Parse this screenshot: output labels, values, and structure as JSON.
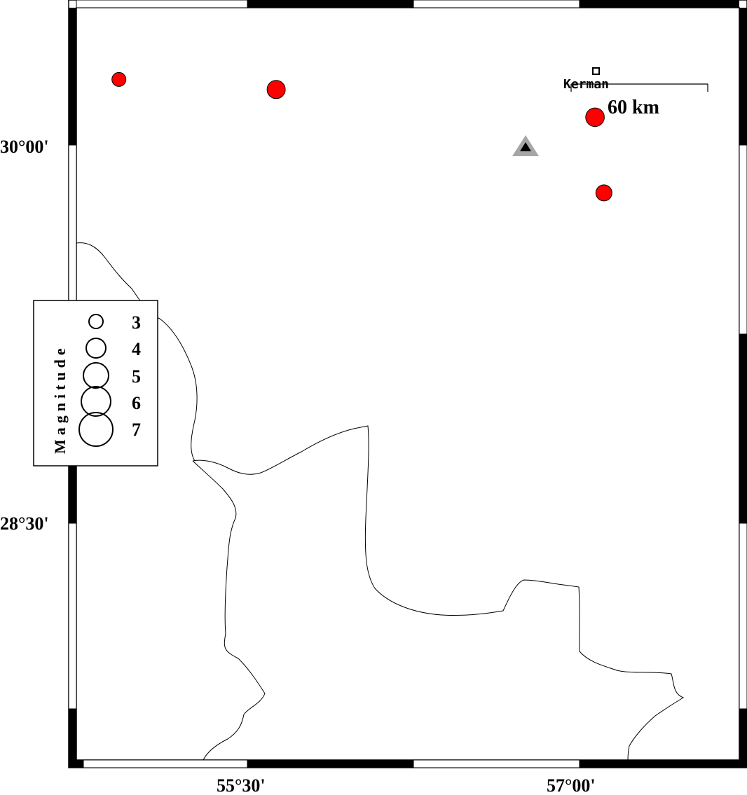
{
  "map": {
    "axes": {
      "x_ticks": [
        "55°30'",
        "57°00'"
      ],
      "y_ticks": [
        "30°00'",
        "28°30'"
      ]
    },
    "events": [
      {
        "lon": 54.92,
        "lat": 30.26,
        "magnitude": 3.5
      },
      {
        "lon": 55.63,
        "lat": 30.22,
        "magnitude": 4.5
      },
      {
        "lon": 57.07,
        "lat": 30.11,
        "magnitude": 4.6
      },
      {
        "lon": 57.11,
        "lat": 29.81,
        "magnitude": 4.0
      }
    ],
    "event_color": "#ff0000",
    "station": {
      "lon": 56.77,
      "lat": 29.99
    },
    "city": {
      "name": "Kerman",
      "lon": 57.07,
      "lat": 30.29
    },
    "scale_bar": {
      "label": "60 km"
    },
    "legend": {
      "title": "Magnitude",
      "entries": [
        "3",
        "4",
        "5",
        "6",
        "7"
      ]
    }
  }
}
